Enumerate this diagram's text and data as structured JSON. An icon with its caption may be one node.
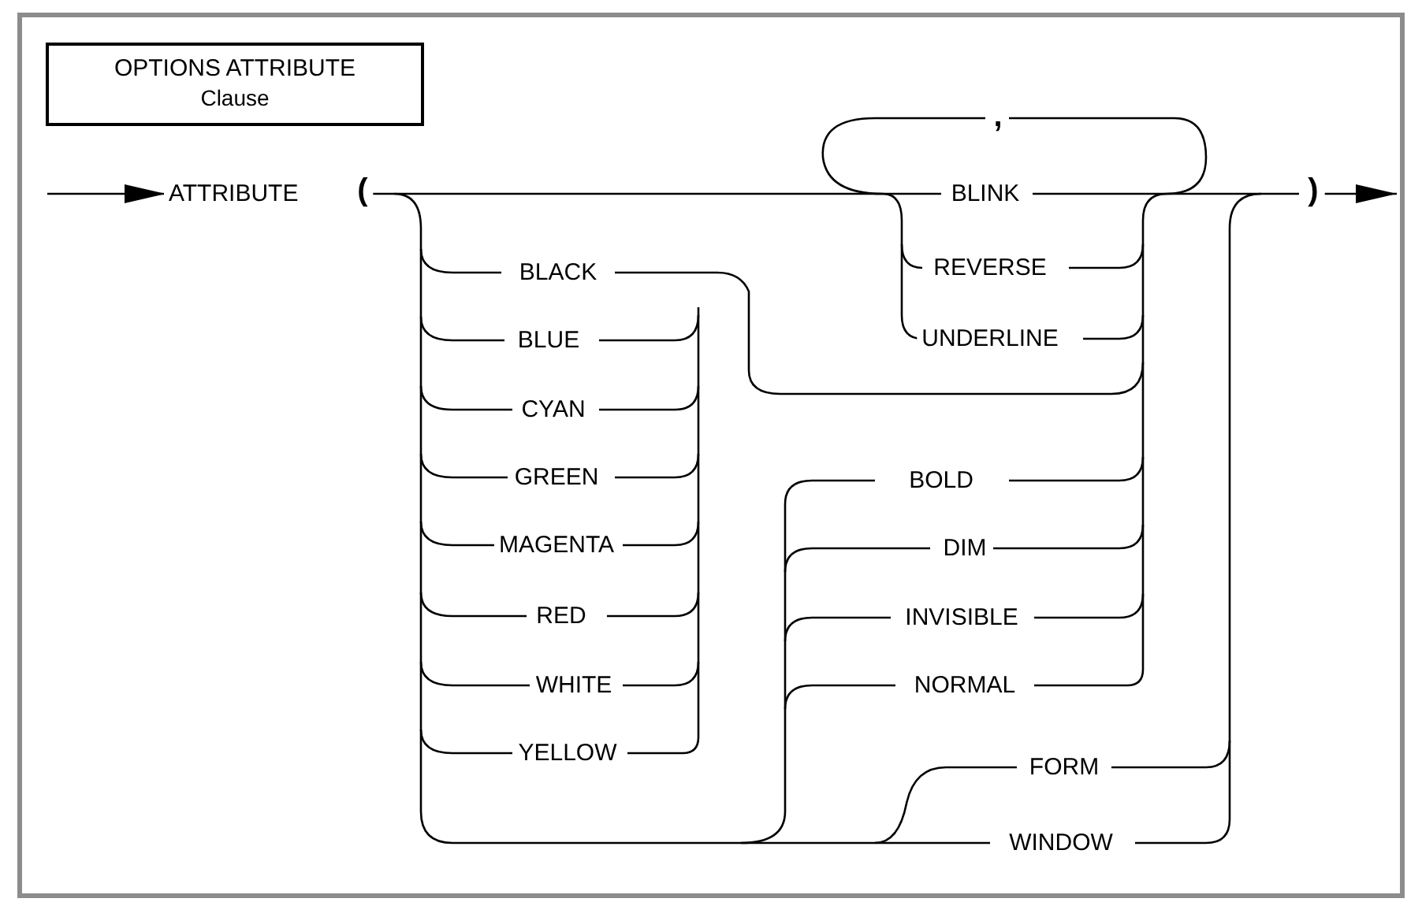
{
  "diagram": {
    "nodes": [
      {
        "text": [
          "OPTIONS ATTRIBUTE",
          "Clause"
        ]
      },
      {
        "text": [
          "ATTRIBUTE"
        ]
      },
      {
        "text": [
          "("
        ]
      },
      {
        "text": [
          ","
        ]
      },
      {
        "text": [
          "BLINK"
        ]
      },
      {
        "text": [
          "REVERSE"
        ]
      },
      {
        "text": [
          "UNDERLINE"
        ]
      },
      {
        "text": [
          "BLACK"
        ]
      },
      {
        "text": [
          "BLUE"
        ]
      },
      {
        "text": [
          "CYAN"
        ]
      },
      {
        "text": [
          "GREEN"
        ]
      },
      {
        "text": [
          "MAGENTA"
        ]
      },
      {
        "text": [
          "RED"
        ]
      },
      {
        "text": [
          "WHITE"
        ]
      },
      {
        "text": [
          "YELLOW"
        ]
      },
      {
        "text": [
          "BOLD"
        ]
      },
      {
        "text": [
          "DIM"
        ]
      },
      {
        "text": [
          "INVISIBLE"
        ]
      },
      {
        "text": [
          "NORMAL"
        ]
      },
      {
        "text": [
          "FORM"
        ]
      },
      {
        "text": [
          "WINDOW"
        ]
      },
      {
        "text": [
          ")"
        ]
      }
    ],
    "edges": [
      {
        "from": null,
        "to": 1,
        "arrow": "to"
      },
      {
        "from": 21,
        "to": null,
        "arrow": "to"
      }
    ]
  }
}
